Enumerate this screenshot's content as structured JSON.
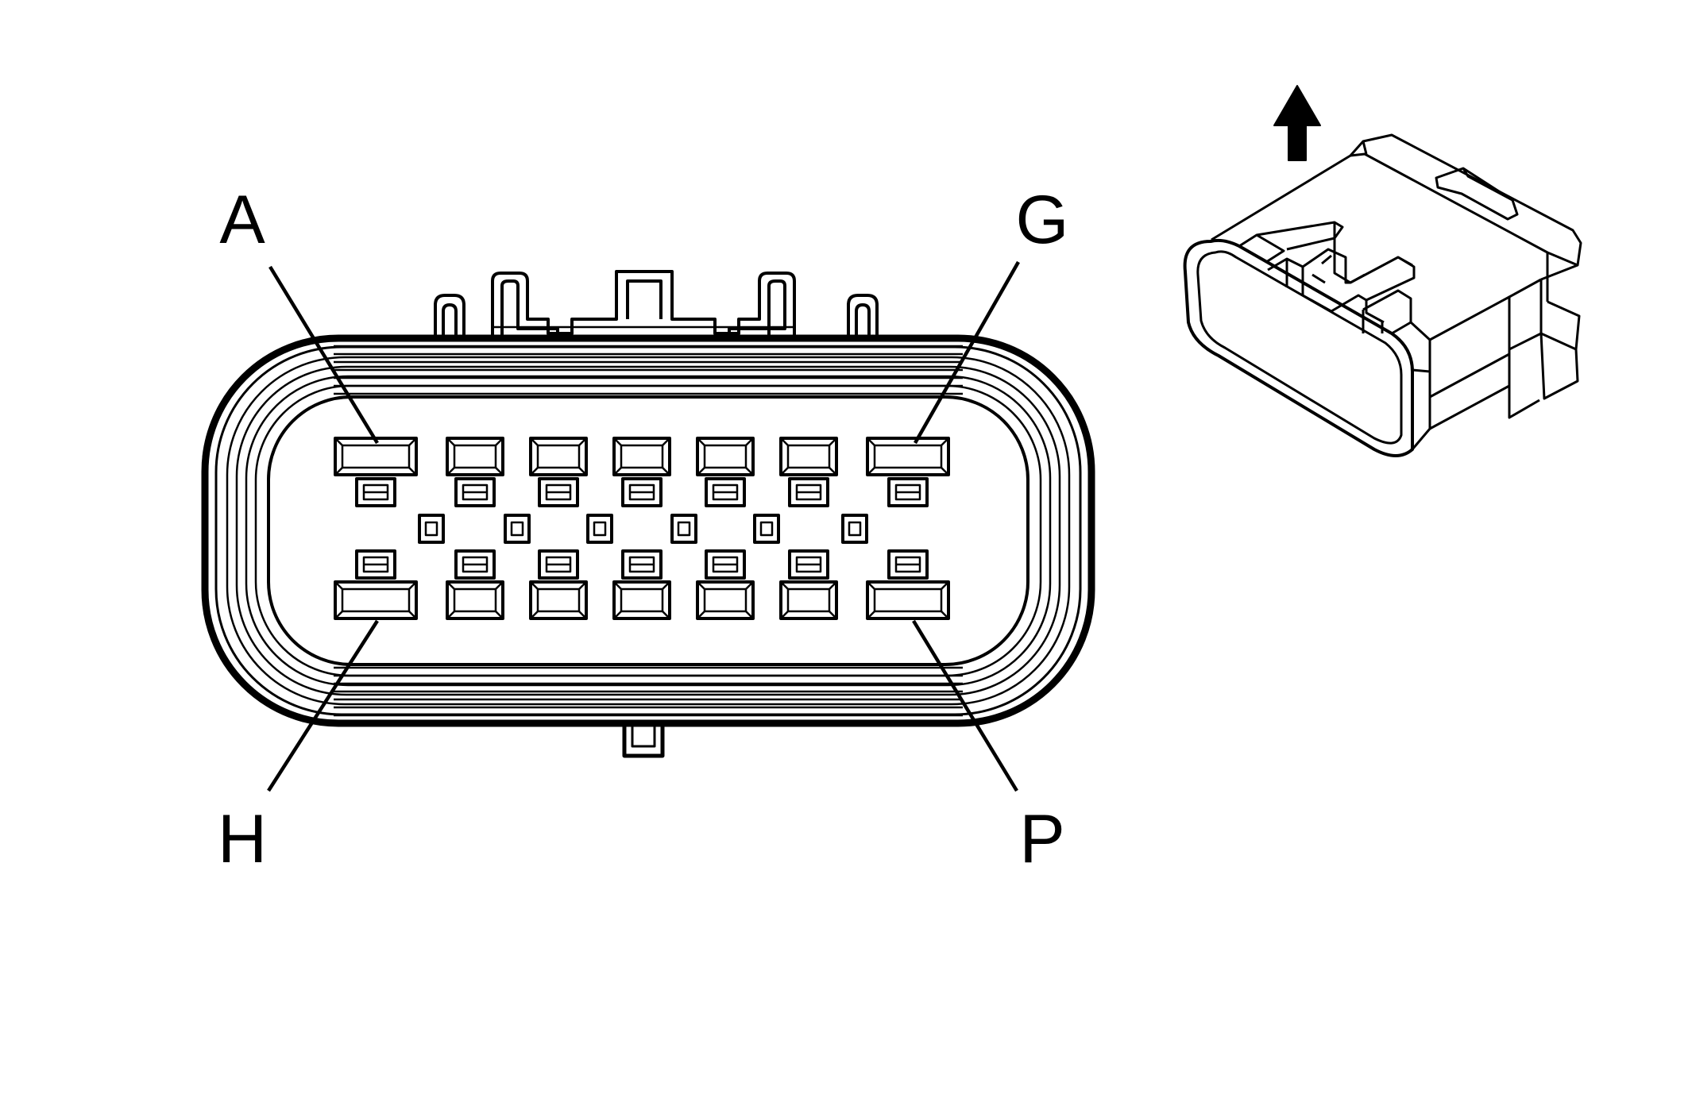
{
  "labels": {
    "top_left": "A",
    "top_right": "G",
    "bottom_left": "H",
    "bottom_right": "P"
  },
  "colors": {
    "stroke": "#000000",
    "background": "#ffffff"
  },
  "icons": {
    "direction_arrow": "arrow-up-icon"
  }
}
